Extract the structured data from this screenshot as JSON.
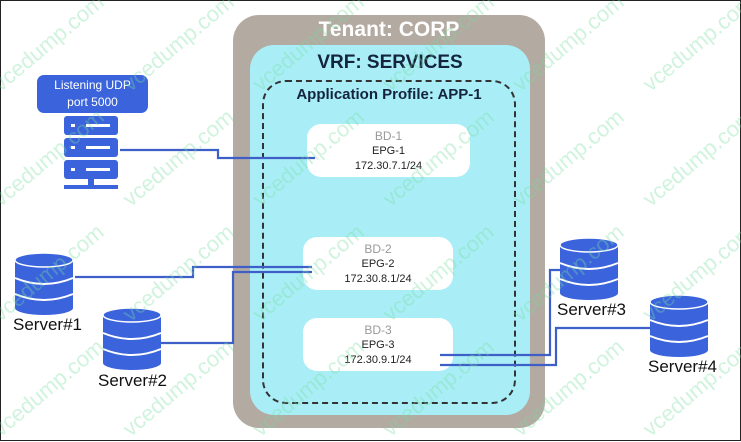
{
  "tenant": {
    "title": "Tenant: CORP"
  },
  "vrf": {
    "title": "VRF: SERVICES"
  },
  "app_profile": {
    "title": "Application Profile: APP-1"
  },
  "bridge_domains": [
    {
      "bd": "BD-1",
      "epg": "EPG-1",
      "subnet": "172.30.7.1/24"
    },
    {
      "bd": "BD-2",
      "epg": "EPG-2",
      "subnet": "172.30.8.1/24"
    },
    {
      "bd": "BD-3",
      "epg": "EPG-3",
      "subnet": "172.30.9.1/24"
    }
  ],
  "listener": {
    "label_line1": "Listening UDP",
    "label_line2": "port 5000"
  },
  "servers": [
    "Server#1",
    "Server#2",
    "Server#3",
    "Server#4"
  ],
  "watermark": "vcedump.com",
  "colors": {
    "accent": "#3b64dc",
    "tenant": "#b3aaa1",
    "vrf": "#a9eef6"
  }
}
